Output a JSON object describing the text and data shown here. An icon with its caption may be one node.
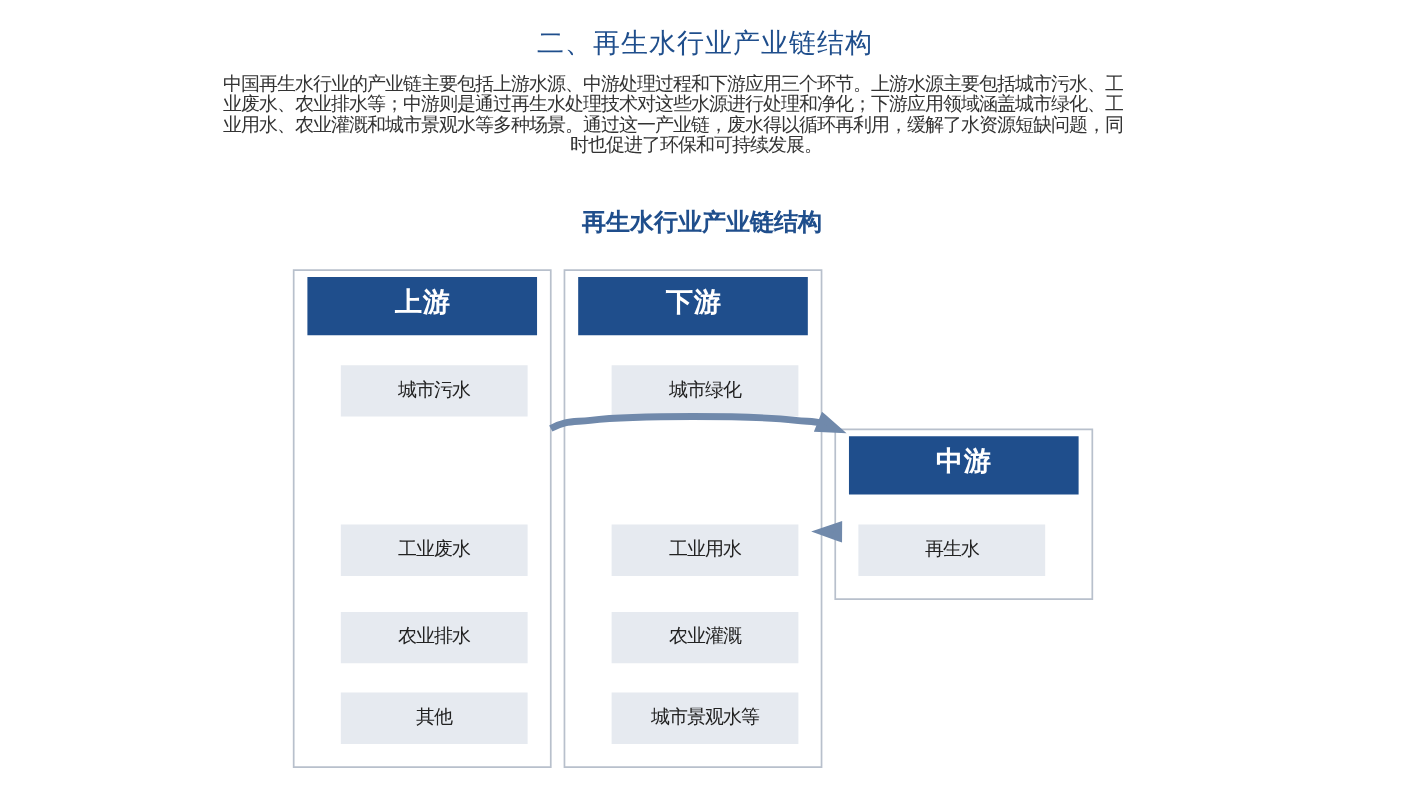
{
  "diagram": {
    "title": "二、再生水行业产业链结构",
    "nodes": [
      {
        "text": [
          "上游"
        ]
      },
      {
        "text": [
          "城市污水"
        ],
        "in": 0
      },
      {
        "text": [
          "工业废水"
        ],
        "in": 0
      },
      {
        "text": [
          "农业排水"
        ],
        "in": 0
      },
      {
        "text": [
          "其他"
        ],
        "in": 0
      },
      {
        "text": [
          "中游"
        ]
      },
      {
        "text": [
          "再生水"
        ],
        "in": 5
      },
      {
        "text": [
          "下游"
        ]
      },
      {
        "text": [
          "城市绿化"
        ],
        "in": 7
      },
      {
        "text": [
          "工业用水"
        ],
        "in": 7
      },
      {
        "text": [
          "农业灌溉"
        ],
        "in": 7
      },
      {
        "text": [
          "城市景观水等"
        ],
        "in": 7
      }
    ],
    "edges": [
      {
        "from": 0,
        "to": 5,
        "arrow": "to"
      },
      {
        "from": 5,
        "to": 7,
        "arrow": "to"
      }
    ],
    "labels": [
      "中国再生水行业的产业链主要包括上游水源、中游处理过程和下游应用三个环节。上游水源主要包括城市污水、工业废水、农业排水等；中游则是通过再生水处理技术对这些水源进行处理和净化；下游应用领域涵盖城市绿化、工业用水、农业灌溉和城市景观水等多种场景。通过这一产业链，废水得以循环再利用，缓解了水资源短缺问题，同时也促进了环保和可持续发展。",
      "再生水行业产业链结构"
    ]
  }
}
